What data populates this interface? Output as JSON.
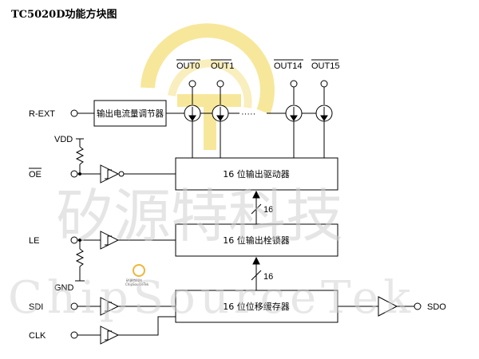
{
  "title": "TC5020D功能方块图",
  "pins": {
    "rext": "R-EXT",
    "vdd": "VDD",
    "oe": "OE",
    "le": "LE",
    "gnd": "GND",
    "sdi": "SDI",
    "clk": "CLK",
    "sdo": "SDO"
  },
  "outputs": [
    "OUT0",
    "OUT1",
    "OUT14",
    "OUT15"
  ],
  "blocks": {
    "current_adjust": "输出电流量调节器",
    "driver": "16 位输出驱动器",
    "latch": "16 位输出栓锁器",
    "shift_register": "16 位位移缓存器"
  },
  "bus_width_labels": [
    "16",
    "16"
  ],
  "ellipsis": "·····",
  "watermark": {
    "cn": "矽源特科技",
    "en": "ChipSourceTek",
    "logo_cn": "矽源特科技",
    "logo_en": "ChipSourceTek"
  },
  "colors": {
    "line": "#000000",
    "watermark": "#d0d0d0",
    "logo_yellow": "#f5df7a",
    "logo_orange": "#f0b53a"
  }
}
